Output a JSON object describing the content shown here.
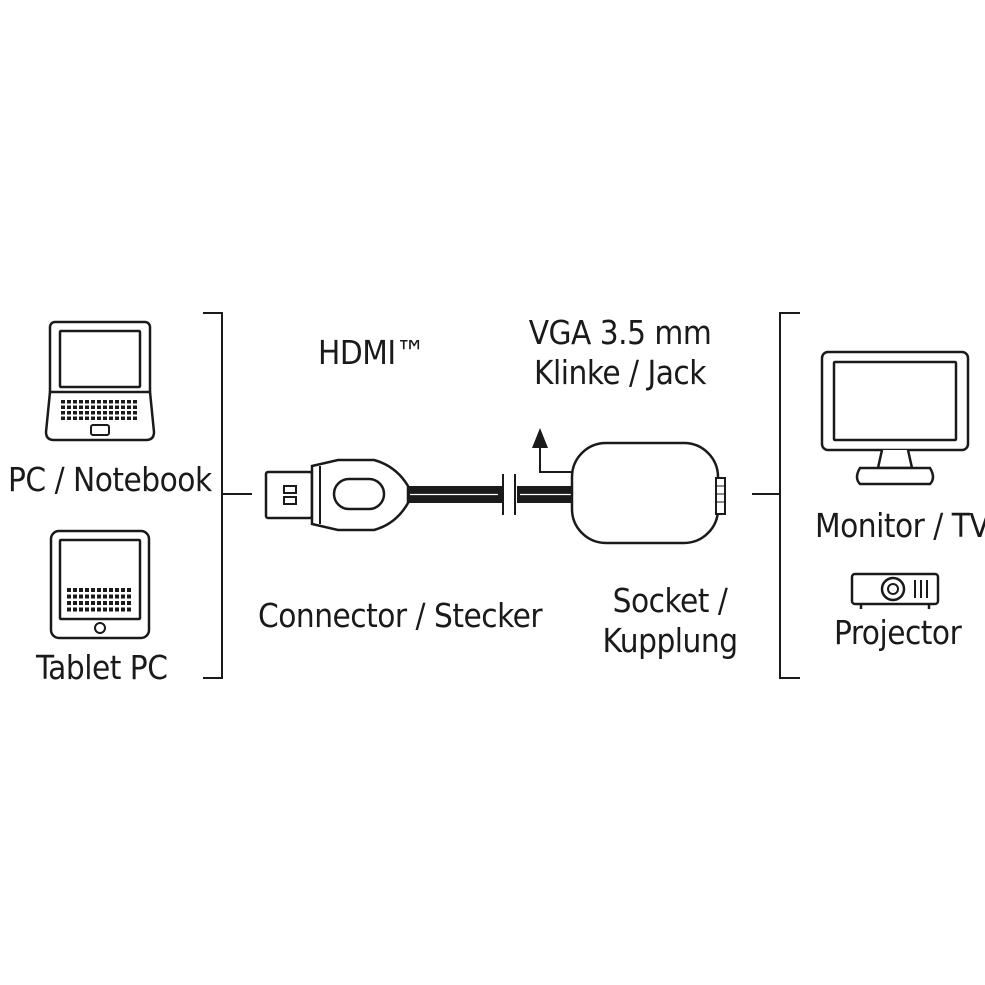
{
  "labels": {
    "source_notebook": "PC / Notebook",
    "source_tablet": "Tablet PC",
    "cable_type": "HDMI™",
    "output_line1": "VGA 3.5 mm",
    "output_line2": "Klinke / Jack",
    "connector": "Connector / Stecker",
    "socket_line1": "Socket /",
    "socket_line2": "Kupplung",
    "target_monitor": "Monitor / TV",
    "target_projector": "Projector"
  },
  "icons": {
    "notebook": "laptop-icon",
    "tablet": "tablet-icon",
    "monitor": "monitor-icon",
    "projector": "projector-icon",
    "hdmi_plug": "hdmi-plug-icon",
    "adapter_box": "adapter-box-icon",
    "audio_arrow": "arrow-up-icon"
  },
  "colors": {
    "line": "#1a1a1a",
    "background": "#ffffff"
  }
}
